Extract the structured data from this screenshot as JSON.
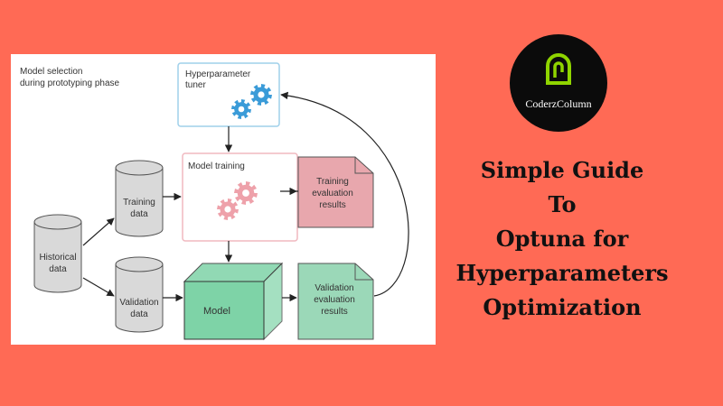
{
  "diagram": {
    "caption": [
      "Model selection",
      "during prototyping phase"
    ],
    "tuner_label": [
      "Hyperparameter",
      "tuner"
    ],
    "training_label": "Model training",
    "training_results": [
      "Training",
      "evaluation",
      "results"
    ],
    "training_data": [
      "Training",
      "data"
    ],
    "historical_data": [
      "Historical",
      "data"
    ],
    "validation_data": [
      "Validation",
      "data"
    ],
    "model_label": "Model",
    "validation_results": [
      "Validation",
      "evaluation",
      "results"
    ],
    "colors": {
      "tuner_border": "#9fd0ea",
      "gear_blue": "#3a9bd8",
      "training_border": "#f0b8bf",
      "gear_pink": "#eea1aa",
      "training_results_fill": "#e8a7ad",
      "model_fill": "#7ed3a7",
      "validation_results_fill": "#9bd8b8",
      "db_fill": "#d9d9d9"
    }
  },
  "logo": {
    "text": "CoderzColumn",
    "icon": "leaf-icon",
    "accent": "#8fd400"
  },
  "title_lines": [
    "Simple Guide",
    "To",
    "Optuna for",
    "Hyperparameters",
    "Optimization"
  ]
}
